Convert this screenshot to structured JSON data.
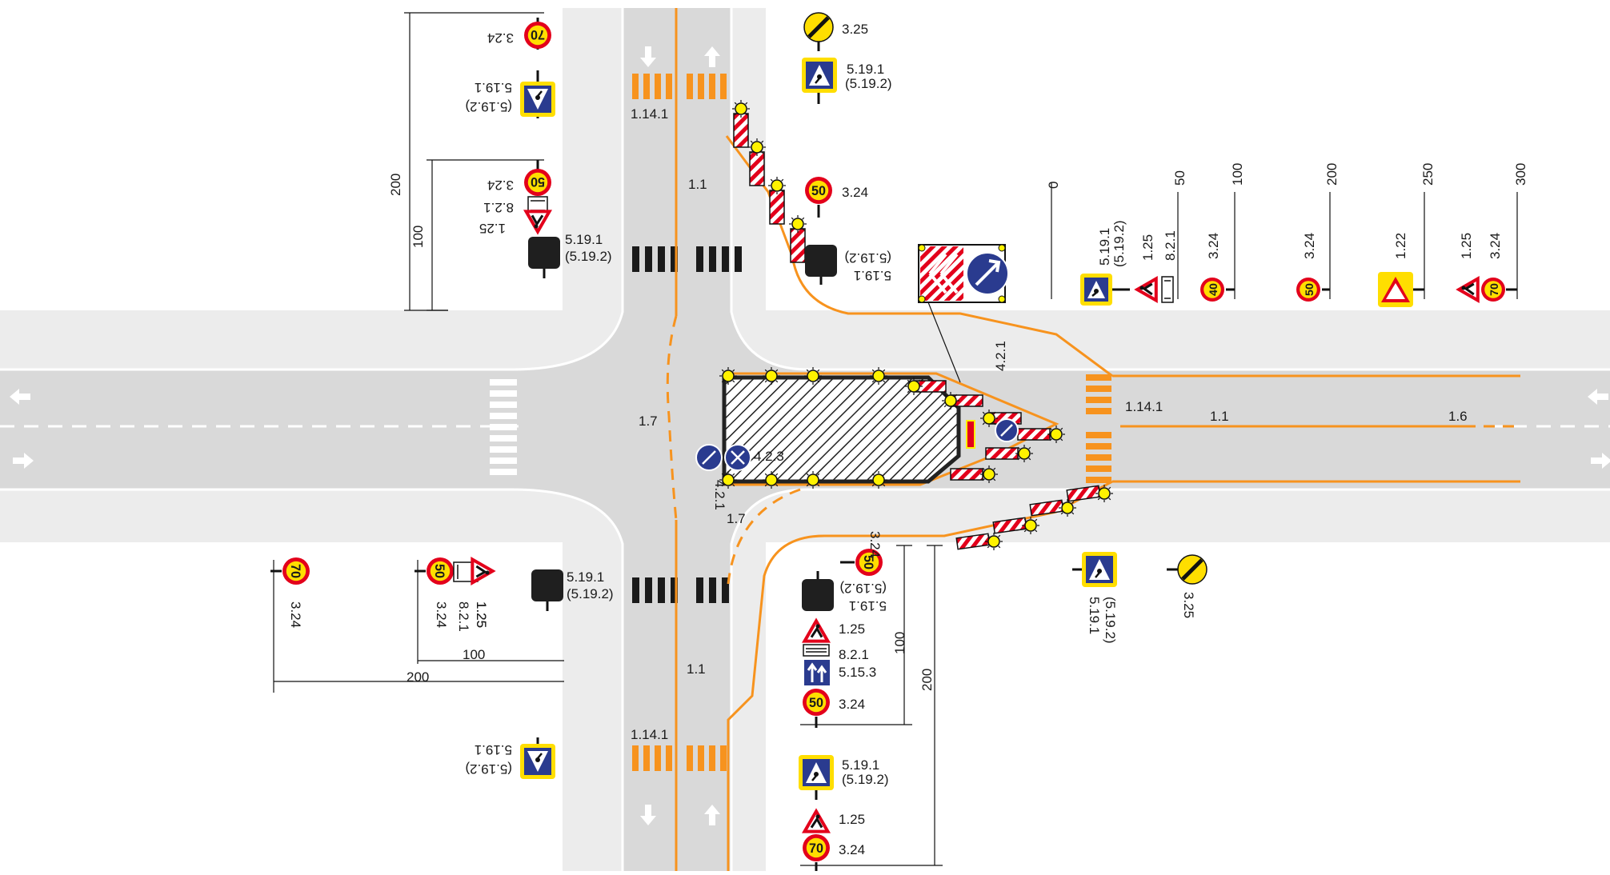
{
  "colors": {
    "road": "#d9d9d9",
    "sidewalk": "#ececec",
    "curb": "#ffffff",
    "temp_marking": "#f7931e",
    "sign_red": "#e3001b",
    "sign_yellow": "#ffde00",
    "sign_blue": "#2a3b8f",
    "light_yellow": "#fff200",
    "dark_sign": "#1f1f1f"
  },
  "markings": {
    "crosswalk_temp": "1.14.1",
    "solid": "1.1",
    "dashed_turn": "1.7",
    "approach": "1.6"
  },
  "signs": {
    "speed_70": "70",
    "speed_50": "50",
    "speed_40": "40",
    "end_limit": "3.25",
    "speed_code": "3.24",
    "crosswalk": "5.19.1",
    "crosswalk_alt": "(5.19.2)",
    "road_works": "1.25",
    "road_narrowing": "1.22",
    "plate": "8.2.1",
    "lane_direction": "5.15.3",
    "detour_right": "4.2.1",
    "detour_both": "4.2.3"
  },
  "distances": {
    "d0": "0",
    "d50": "50",
    "d100": "100",
    "d200": "200",
    "d250": "250",
    "d300": "300"
  },
  "icons": [
    "arrow-up-icon",
    "arrow-down-icon",
    "arrow-left-icon",
    "arrow-right-icon",
    "warning-light-icon",
    "barrier-icon",
    "speed-limit-icon",
    "end-limit-icon",
    "crosswalk-sign-icon",
    "road-works-sign-icon",
    "detour-sign-icon",
    "arrow-board-icon"
  ]
}
